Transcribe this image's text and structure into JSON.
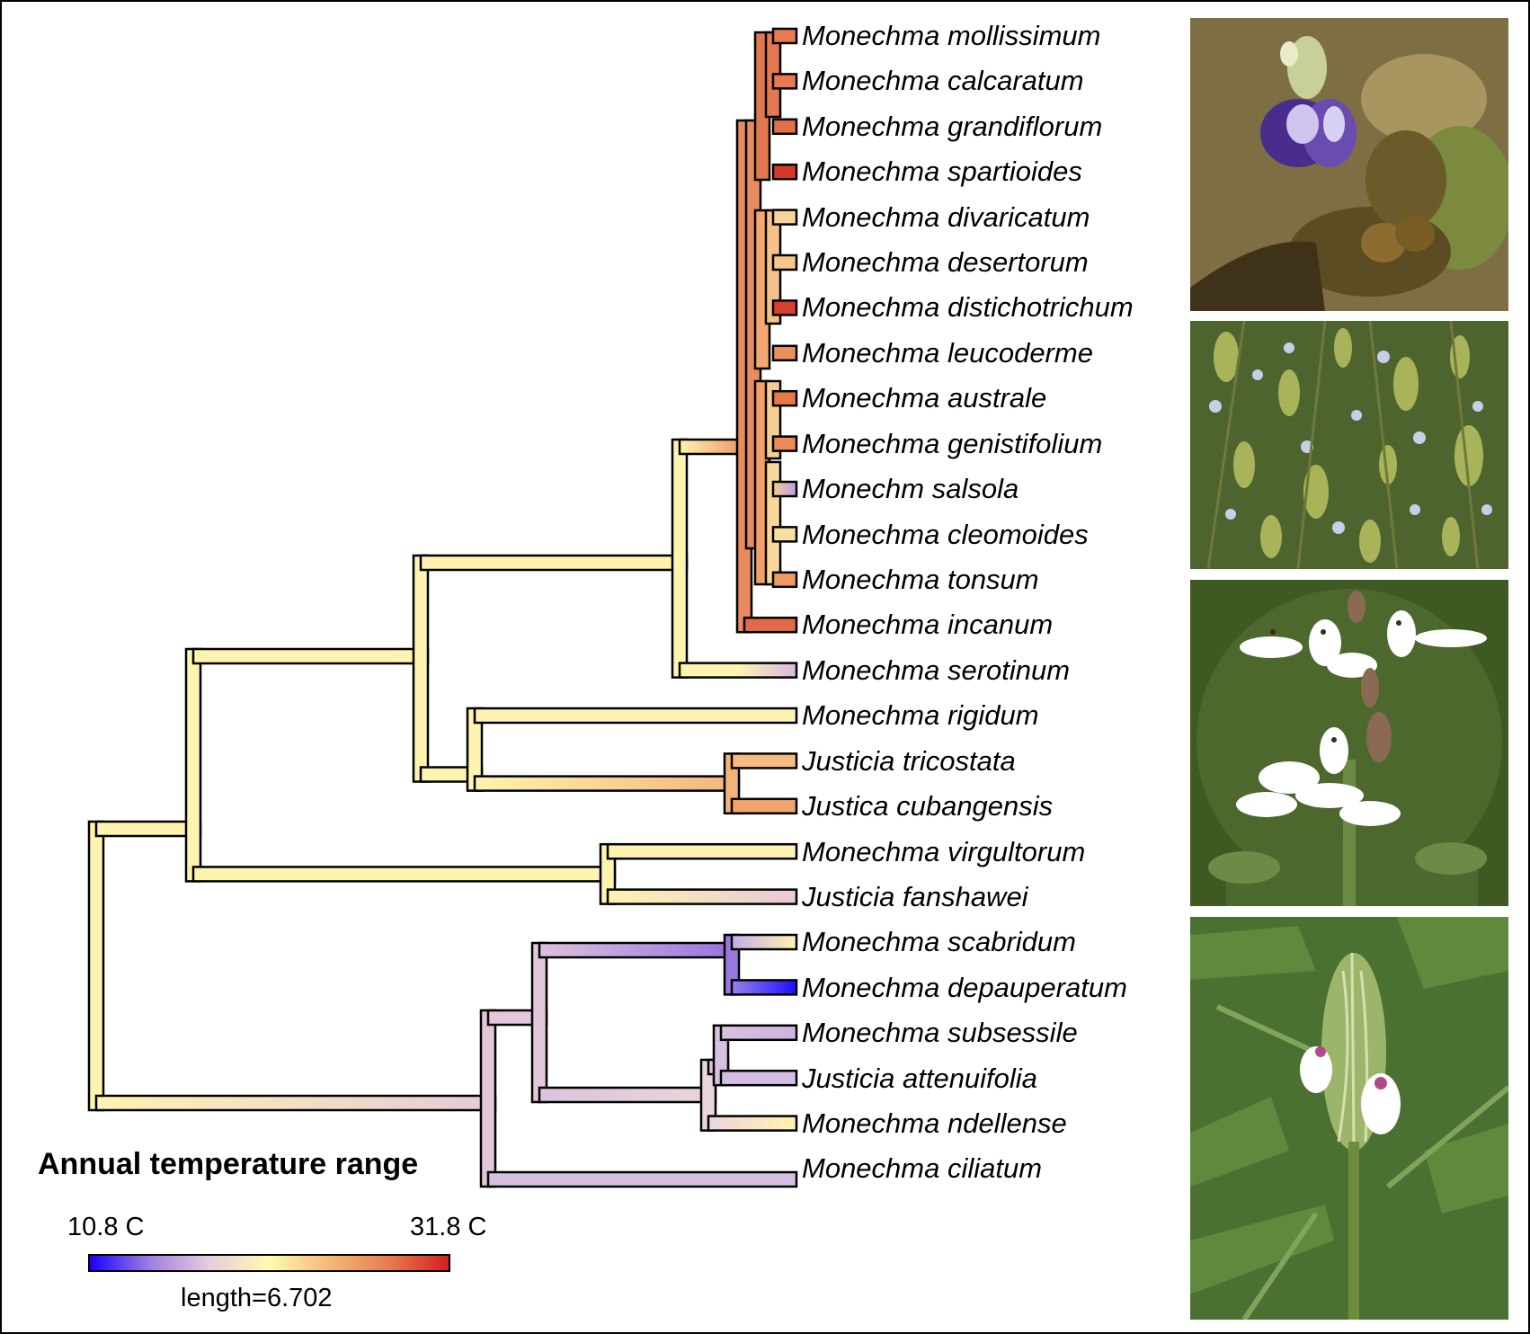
{
  "legend": {
    "title": "Annual temperature range",
    "min_label": "10.8 C",
    "max_label": "31.8 C",
    "length_label": "length=6.702",
    "gradient_colors": [
      "#1a00ff",
      "#9f7fe0",
      "#e6cce0",
      "#fffbb0",
      "#f4b977",
      "#e87c4c",
      "#d42022"
    ]
  },
  "taxa": [
    "Monechma mollissimum",
    "Monechma calcaratum",
    "Monechma grandiflorum",
    "Monechma spartioides",
    "Monechma divaricatum",
    "Monechma desertorum",
    "Monechma distichotrichum",
    "Monechma leucoderme",
    "Monechma australe",
    "Monechma genistifolium",
    "Monechm salsola",
    "Monechma cleomoides",
    "Monechma tonsum",
    "Monechma incanum",
    "Monechma serotinum",
    "Monechma rigidum",
    "Justicia tricostata",
    "Justica cubangensis",
    "Monechma virgultorum",
    "Justicia fanshawei",
    "Monechma scabridum",
    "Monechma depauperatum",
    "Monechma subsessile",
    "Justicia attenuifolia",
    "Monechma ndellense",
    "Monechma ciliatum"
  ],
  "photos": [
    "flower-photo-purple",
    "shrub-photo-green",
    "flower-photo-white-spike",
    "flower-photo-white-bract"
  ]
}
